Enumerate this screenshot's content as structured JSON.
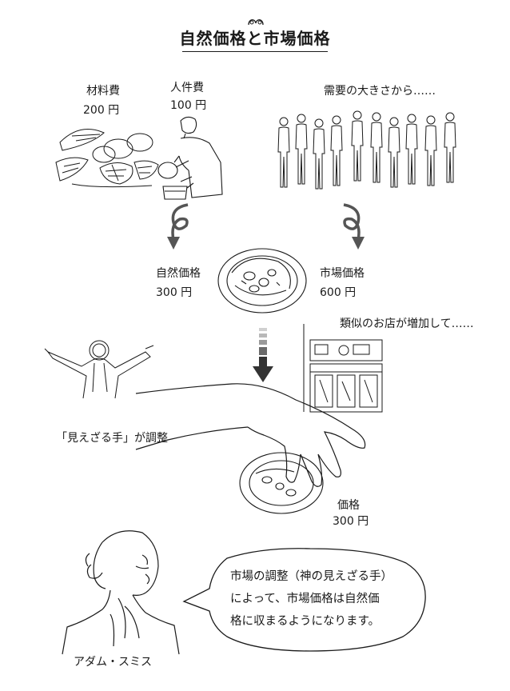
{
  "title": "自然価格と市場価格",
  "costs": {
    "materials_label": "材料費",
    "materials_value": "200 円",
    "labor_label": "人件費",
    "labor_value": "100 円"
  },
  "demand_note": "需要の大きさから……",
  "natural_price": {
    "label": "自然価格",
    "value": "300 円"
  },
  "market_price": {
    "label": "市場価格",
    "value": "600 円"
  },
  "competition_note": "類似のお店が増加して……",
  "invisible_hand_label": "「見えざる手」が調整",
  "final_price": {
    "label": "価格",
    "value": "300 円"
  },
  "speech_bubble": {
    "line1": "市場の調整（神の見えざる手）",
    "line2": "によって、市場価格は自然価",
    "line3": "格に収まるようになります。"
  },
  "person_name": "アダム・スミス",
  "colors": {
    "ink": "#1a1a1a",
    "arrow": "#555555",
    "gradient_light": "#d0d0d0"
  }
}
